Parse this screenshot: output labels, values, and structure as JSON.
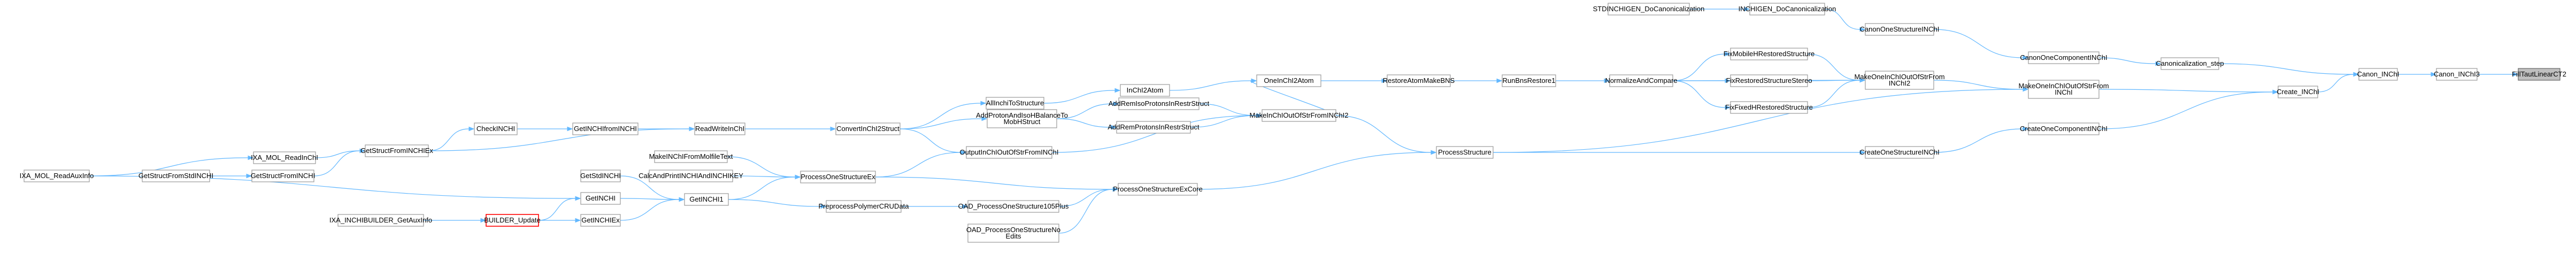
{
  "colors": {
    "edge": "#63b8ff",
    "node_border": "#999999",
    "root_fill": "#bfbfbf",
    "highlight_border": "#ff0000"
  },
  "nodes": [
    {
      "id": "FillTautLinearCT2",
      "lines": [
        "FillTautLinearCT2"
      ],
      "root": true
    },
    {
      "id": "Canon_INChI3",
      "lines": [
        "Canon_INChI3"
      ]
    },
    {
      "id": "Canon_INChI",
      "lines": [
        "Canon_INChI"
      ]
    },
    {
      "id": "Create_INChI",
      "lines": [
        "Create_INChI"
      ]
    },
    {
      "id": "Canonicalization_step",
      "lines": [
        "Canonicalization_step"
      ]
    },
    {
      "id": "CreateOneComponentINChI",
      "lines": [
        "CreateOneComponentINChI"
      ]
    },
    {
      "id": "MakeOneInChIOutOfStrFromINChI",
      "lines": [
        "MakeOneInChIOutOfStrFrom",
        "INChI"
      ]
    },
    {
      "id": "CanonOneComponentINChI",
      "lines": [
        "CanonOneComponentINChI"
      ]
    },
    {
      "id": "CreateOneStructureINChI",
      "lines": [
        "CreateOneStructureINChI"
      ]
    },
    {
      "id": "CanonOneStructureINChI",
      "lines": [
        "CanonOneStructureINChI"
      ]
    },
    {
      "id": "MakeOneInChIOutOfStrFromINChI2",
      "lines": [
        "MakeOneInChIOutOfStrFrom",
        "INChI2"
      ]
    },
    {
      "id": "INCHIGEN_DoCanonicalization",
      "lines": [
        "INCHIGEN_DoCanonicalization"
      ]
    },
    {
      "id": "STDINCHIGEN_DoCanonicalization",
      "lines": [
        "STDINCHIGEN_DoCanonicalization"
      ]
    },
    {
      "id": "FixMobileHRestoredStructure",
      "lines": [
        "FixMobileHRestoredStructure"
      ]
    },
    {
      "id": "FixRestoredStructureStereo",
      "lines": [
        "FixRestoredStructureStereo"
      ]
    },
    {
      "id": "FixFixedHRestoredStructure",
      "lines": [
        "FixFixedHRestoredStructure"
      ]
    },
    {
      "id": "NormalizeAndCompare",
      "lines": [
        "NormalizeAndCompare"
      ]
    },
    {
      "id": "RunBnsRestore1",
      "lines": [
        "RunBnsRestore1"
      ]
    },
    {
      "id": "RestoreAtomMakeBNS",
      "lines": [
        "RestoreAtomMakeBNS"
      ]
    },
    {
      "id": "OneInChI2Atom",
      "lines": [
        "OneInChI2Atom"
      ]
    },
    {
      "id": "InChI2Atom",
      "lines": [
        "InChI2Atom"
      ]
    },
    {
      "id": "AllInchiToStructure",
      "lines": [
        "AllInchiToStructure"
      ]
    },
    {
      "id": "ConvertInChI2Struct",
      "lines": [
        "ConvertInChI2Struct"
      ]
    },
    {
      "id": "ReadWriteInChI",
      "lines": [
        "ReadWriteInChI"
      ]
    },
    {
      "id": "GetINCHIfromINCHI",
      "lines": [
        "GetINCHIfromINCHI"
      ]
    },
    {
      "id": "CheckINCHI",
      "lines": [
        "CheckINCHI"
      ]
    },
    {
      "id": "GetStructFromINCHIEx",
      "lines": [
        "GetStructFromINCHIEx"
      ]
    },
    {
      "id": "IXA_MOL_ReadInChI",
      "lines": [
        "IXA_MOL_ReadInChI"
      ]
    },
    {
      "id": "GetStructFromINCHI",
      "lines": [
        "GetStructFromINCHI"
      ]
    },
    {
      "id": "GetStructFromStdINCHI",
      "lines": [
        "GetStructFromStdINCHI"
      ]
    },
    {
      "id": "IXA_MOL_ReadAuxInfo",
      "lines": [
        "IXA_MOL_ReadAuxInfo"
      ]
    },
    {
      "id": "ProcessStructure",
      "lines": [
        "ProcessStructure"
      ]
    },
    {
      "id": "MakeInChIOutOfStrFromINChI2",
      "lines": [
        "MakeInChIOutOfStrFromINChI2"
      ]
    },
    {
      "id": "AddRemProtonsInRestrStruct",
      "lines": [
        "AddRemProtonsInRestrStruct"
      ]
    },
    {
      "id": "AddRemoveProtonsRestr",
      "lines": [
        "AddRemIsoProtonsInRestrStruct"
      ]
    },
    {
      "id": "AddProtonAndIsoHBalanceToMobHStruct",
      "lines": [
        "AddProtonAndIsoHBalanceTo",
        "MobHStruct"
      ]
    },
    {
      "id": "OutputInChIOutOfStrFromINChI",
      "lines": [
        "OutputInChIOutOfStrFromINChI"
      ]
    },
    {
      "id": "ProcessOneStructureEx",
      "lines": [
        "ProcessOneStructureEx"
      ]
    },
    {
      "id": "ProcessOneStructureExCore",
      "lines": [
        "ProcessOneStructureExCore"
      ]
    },
    {
      "id": "MakeINChIFromMolfileText",
      "lines": [
        "MakeINChIFromMolfileText"
      ]
    },
    {
      "id": "CalcAndPrintINCHIAndINCHIKEY",
      "lines": [
        "CalcAndPrintINCHIAndINCHIKEY"
      ]
    },
    {
      "id": "GetINCHI1",
      "lines": [
        "GetINCHI1"
      ]
    },
    {
      "id": "GetStdINCHI",
      "lines": [
        "GetStdINCHI"
      ]
    },
    {
      "id": "GetINCHI",
      "lines": [
        "GetINCHI"
      ]
    },
    {
      "id": "GetINCHIEx",
      "lines": [
        "GetINCHIEx"
      ]
    },
    {
      "id": "BUILDER_Update",
      "lines": [
        "BUILDER_Update"
      ],
      "highlight": true
    },
    {
      "id": "IXA_INCHIBUILDER_GetAuxInfo",
      "lines": [
        "IXA_INCHIBUILDER_GetAuxInfo"
      ]
    },
    {
      "id": "PreprocessPolymerCRUData",
      "lines": [
        "PreprocessPolymerCRUData"
      ]
    },
    {
      "id": "OAD_ProcessOneStructure105Plus",
      "lines": [
        "OAD_ProcessOneStructure105Plus"
      ]
    },
    {
      "id": "OAD_ProcessOneStructureNoEdits",
      "lines": [
        "OAD_ProcessOneStructureNo",
        "Edits"
      ]
    }
  ],
  "edges": [
    [
      "Canon_INChI3",
      "FillTautLinearCT2"
    ],
    [
      "Canon_INChI",
      "Canon_INChI3"
    ],
    [
      "Create_INChI",
      "Canon_INChI"
    ],
    [
      "Canonicalization_step",
      "Canon_INChI"
    ],
    [
      "CreateOneComponentINChI",
      "Create_INChI"
    ],
    [
      "MakeOneInChIOutOfStrFromINChI",
      "Create_INChI"
    ],
    [
      "CanonOneComponentINChI",
      "Canonicalization_step"
    ],
    [
      "CreateOneStructureINChI",
      "CreateOneComponentINChI"
    ],
    [
      "CanonOneStructureINChI",
      "CanonOneComponentINChI"
    ],
    [
      "MakeOneInChIOutOfStrFromINChI2",
      "MakeOneInChIOutOfStrFromINChI"
    ],
    [
      "INCHIGEN_DoCanonicalization",
      "CanonOneStructureINChI"
    ],
    [
      "STDINCHIGEN_DoCanonicalization",
      "INCHIGEN_DoCanonicalization"
    ],
    [
      "FixMobileHRestoredStructure",
      "MakeOneInChIOutOfStrFromINChI2"
    ],
    [
      "FixRestoredStructureStereo",
      "MakeOneInChIOutOfStrFromINChI2"
    ],
    [
      "FixFixedHRestoredStructure",
      "MakeOneInChIOutOfStrFromINChI2"
    ],
    [
      "NormalizeAndCompare",
      "MakeOneInChIOutOfStrFromINChI2"
    ],
    [
      "NormalizeAndCompare",
      "FixMobileHRestoredStructure"
    ],
    [
      "NormalizeAndCompare",
      "FixRestoredStructureStereo"
    ],
    [
      "NormalizeAndCompare",
      "FixFixedHRestoredStructure"
    ],
    [
      "RunBnsRestore1",
      "NormalizeAndCompare"
    ],
    [
      "RestoreAtomMakeBNS",
      "RunBnsRestore1"
    ],
    [
      "OneInChI2Atom",
      "RestoreAtomMakeBNS"
    ],
    [
      "InChI2Atom",
      "OneInChI2Atom"
    ],
    [
      "AllInchiToStructure",
      "InChI2Atom"
    ],
    [
      "ConvertInChI2Struct",
      "AllInchiToStructure"
    ],
    [
      "ReadWriteInChI",
      "ConvertInChI2Struct"
    ],
    [
      "GetINCHIfromINCHI",
      "ReadWriteInChI"
    ],
    [
      "CheckINCHI",
      "GetINCHIfromINCHI"
    ],
    [
      "GetStructFromINCHIEx",
      "CheckINCHI"
    ],
    [
      "GetStructFromINCHIEx",
      "ReadWriteInChI"
    ],
    [
      "IXA_MOL_ReadInChI",
      "GetStructFromINCHIEx"
    ],
    [
      "GetStructFromINCHI",
      "GetStructFromINCHIEx"
    ],
    [
      "GetStructFromStdINCHI",
      "GetStructFromINCHI"
    ],
    [
      "IXA_MOL_ReadAuxInfo",
      "IXA_MOL_ReadInChI"
    ],
    [
      "IXA_MOL_ReadAuxInfo",
      "GetINCHI"
    ],
    [
      "ProcessStructure",
      "CreateOneStructureINChI"
    ],
    [
      "ProcessStructure",
      "MakeOneInChIOutOfStrFromINChI"
    ],
    [
      "MakeInChIOutOfStrFromINChI2",
      "ProcessStructure"
    ],
    [
      "MakeInChIOutOfStrFromINChI2",
      "OneInChI2Atom"
    ],
    [
      "AddRemProtonsInRestrStruct",
      "MakeInChIOutOfStrFromINChI2"
    ],
    [
      "AddRemoveProtonsRestr",
      "MakeInChIOutOfStrFromINChI2"
    ],
    [
      "AddProtonAndIsoHBalanceToMobHStruct",
      "AddRemProtonsInRestrStruct"
    ],
    [
      "AddProtonAndIsoHBalanceToMobHStruct",
      "AddRemoveProtonsRestr"
    ],
    [
      "ConvertInChI2Struct",
      "AddProtonAndIsoHBalanceToMobHStruct"
    ],
    [
      "OutputInChIOutOfStrFromINChI",
      "MakeInChIOutOfStrFromINChI2"
    ],
    [
      "ConvertInChI2Struct",
      "OutputInChIOutOfStrFromINChI"
    ],
    [
      "ProcessOneStructureExCore",
      "ProcessStructure"
    ],
    [
      "ProcessOneStructureEx",
      "ProcessOneStructureExCore"
    ],
    [
      "ProcessOneStructureEx",
      "OutputInChIOutOfStrFromINChI"
    ],
    [
      "MakeINChIFromMolfileText",
      "ProcessOneStructureEx"
    ],
    [
      "CalcAndPrintINCHIAndINCHIKEY",
      "ProcessOneStructureEx"
    ],
    [
      "GetINCHI1",
      "ProcessOneStructureEx"
    ],
    [
      "GetINCHI1",
      "PreprocessPolymerCRUData"
    ],
    [
      "GetStdINCHI",
      "GetINCHI1"
    ],
    [
      "GetINCHI",
      "GetINCHI1"
    ],
    [
      "GetINCHIEx",
      "GetINCHI1"
    ],
    [
      "BUILDER_Update",
      "GetINCHI"
    ],
    [
      "BUILDER_Update",
      "GetINCHIEx"
    ],
    [
      "IXA_INCHIBUILDER_GetAuxInfo",
      "BUILDER_Update"
    ],
    [
      "PreprocessPolymerCRUData",
      "OAD_ProcessOneStructure105Plus"
    ],
    [
      "OAD_ProcessOneStructure105Plus",
      "ProcessOneStructureExCore"
    ],
    [
      "OAD_ProcessOneStructureNoEdits",
      "ProcessOneStructureExCore"
    ]
  ]
}
